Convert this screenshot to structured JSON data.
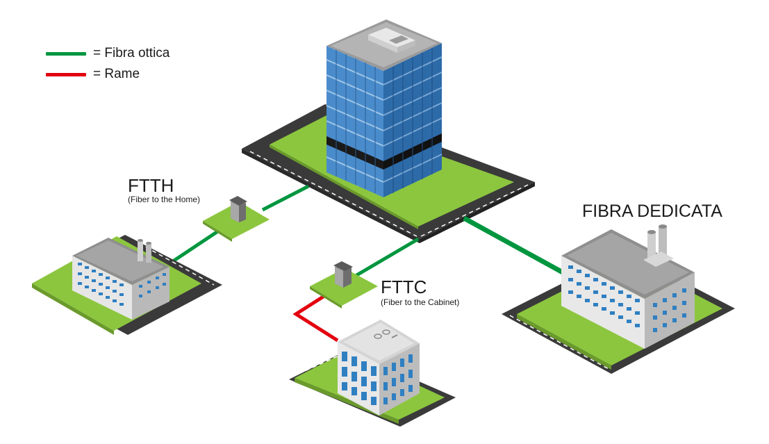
{
  "legend": [
    {
      "label": "= Fibra ottica",
      "color": "#00963f"
    },
    {
      "label": "= Rame",
      "color": "#e3000f"
    }
  ],
  "labels": {
    "ftth_title": "FTTH",
    "ftth_sub": "(Fiber to the Home)",
    "fttc_title": "FTTC",
    "fttc_sub": "(Fiber to the Cabinet)",
    "dedicated": "FIBRA DEDICATA"
  },
  "colors": {
    "fiber": "#00963f",
    "copper": "#e3000f",
    "grass": "#8cc63f",
    "grass_dark": "#6a9a2c",
    "road": "#3c3c3c",
    "glass": "#2f7fc1"
  }
}
